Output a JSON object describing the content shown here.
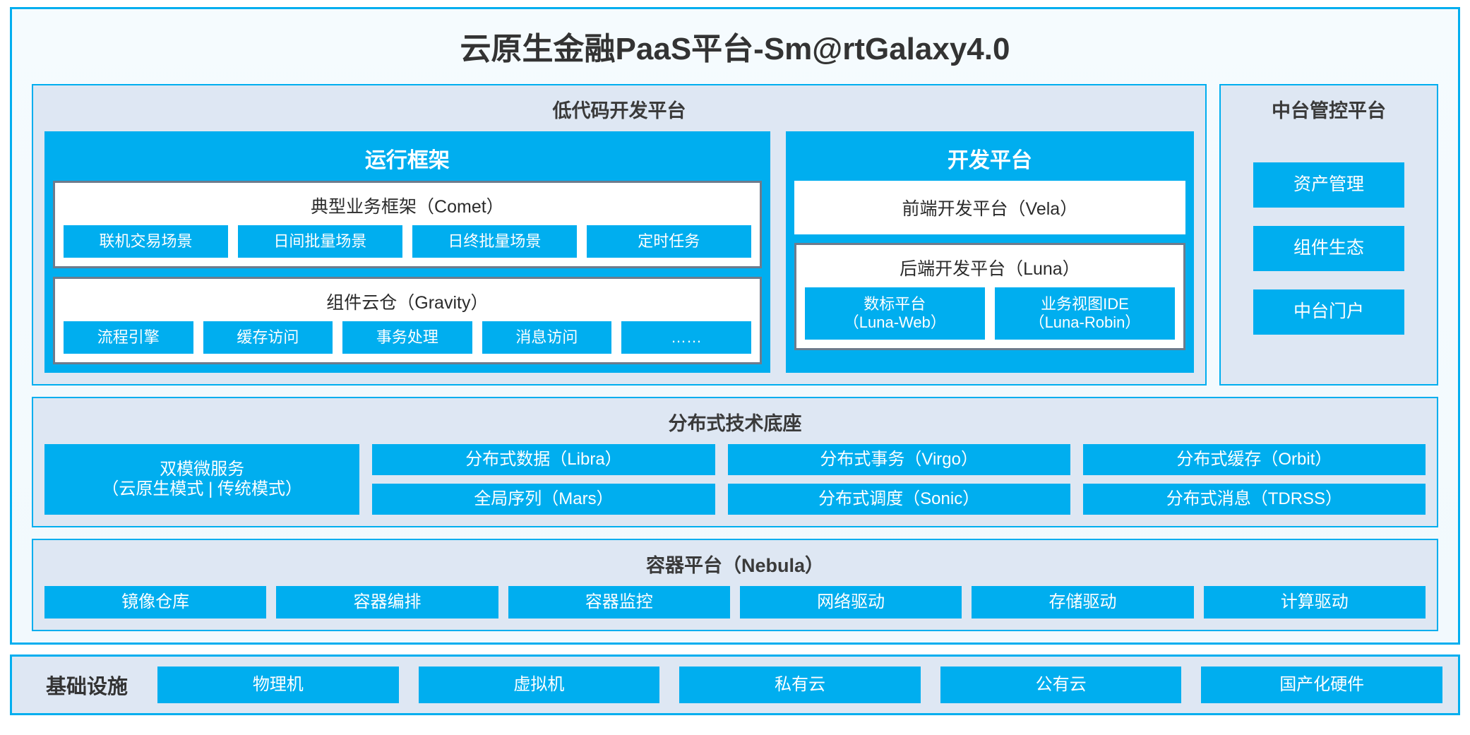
{
  "colors": {
    "accent_blue": "#00AEEF",
    "panel_bg": "#DEE7F3",
    "card_border_gray": "#6E7B8C",
    "title_text": "#333333"
  },
  "app": {
    "title": "云原生金融PaaS平台-Sm@rtGalaxy4.0"
  },
  "lowcode": {
    "title": "低代码开发平台",
    "runtime": {
      "title": "运行框架",
      "comet": {
        "title": "典型业务框架（Comet）",
        "items": [
          "联机交易场景",
          "日间批量场景",
          "日终批量场景",
          "定时任务"
        ]
      },
      "gravity": {
        "title": "组件云仓（Gravity）",
        "items": [
          "流程引擎",
          "缓存访问",
          "事务处理",
          "消息访问",
          "……"
        ]
      }
    },
    "devplatform": {
      "title": "开发平台",
      "frontend": "前端开发平台（Vela）",
      "backend": {
        "title": "后端开发平台（Luna）",
        "items": [
          {
            "line1": "数标平台",
            "line2": "（Luna-Web）"
          },
          {
            "line1": "业务视图IDE",
            "line2": "（Luna-Robin）"
          }
        ]
      }
    }
  },
  "midoffice": {
    "title": "中台管控平台",
    "items": [
      "资产管理",
      "组件生态",
      "中台门户"
    ]
  },
  "techbase": {
    "title": "分布式技术底座",
    "microservice": {
      "line1": "双模微服务",
      "line2": "（云原生模式 | 传统模式）"
    },
    "columns": [
      [
        "分布式数据（Libra）",
        "全局序列（Mars）"
      ],
      [
        "分布式事务（Virgo）",
        "分布式调度（Sonic）"
      ],
      [
        "分布式缓存（Orbit）",
        "分布式消息（TDRSS）"
      ]
    ]
  },
  "container": {
    "title": "容器平台（Nebula）",
    "items": [
      "镜像仓库",
      "容器编排",
      "容器监控",
      "网络驱动",
      "存储驱动",
      "计算驱动"
    ]
  },
  "infrastructure": {
    "label": "基础设施",
    "items": [
      "物理机",
      "虚拟机",
      "私有云",
      "公有云",
      "国产化硬件"
    ]
  }
}
